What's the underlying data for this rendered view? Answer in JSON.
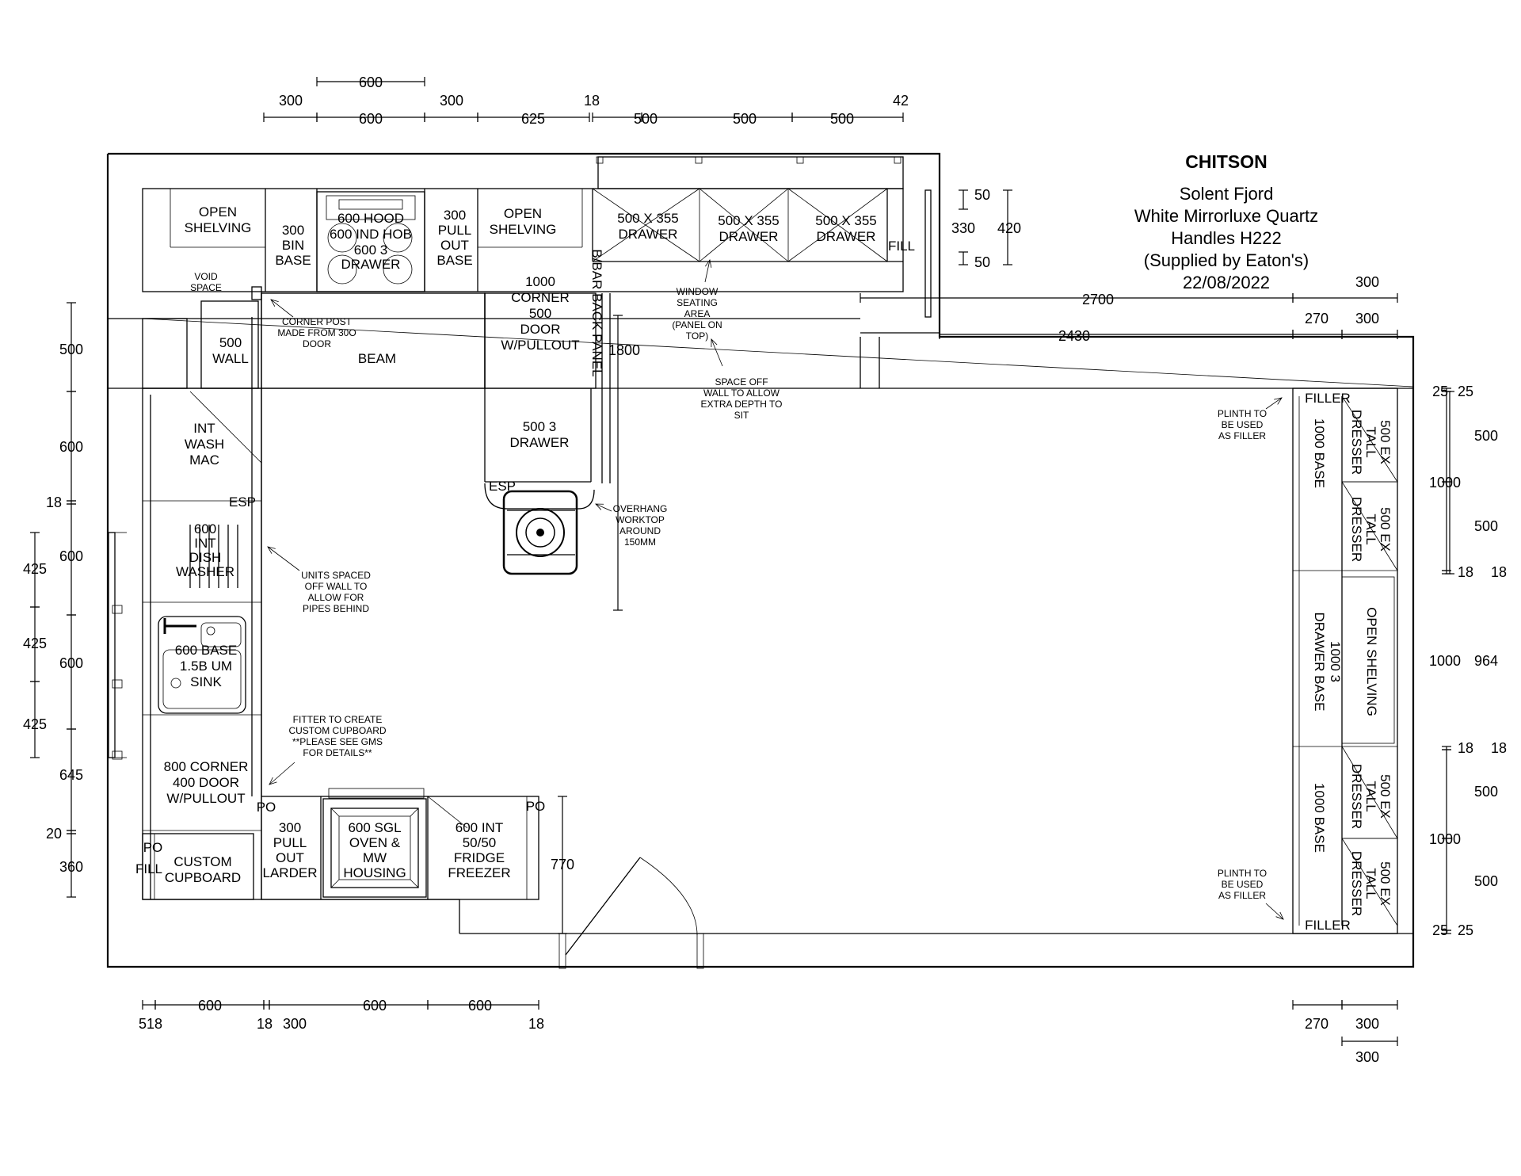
{
  "title_block": {
    "client": "CHITSON",
    "door": "Solent Fjord",
    "worktop": "White Mirrorluxe Quartz",
    "handles": "Handles H222",
    "supplier": "(Supplied by Eaton's)",
    "date": "22/08/2022"
  },
  "units": {
    "open_shelving_1": [
      "OPEN",
      "SHELVING"
    ],
    "bin_base": [
      "300",
      "BIN",
      "BASE"
    ],
    "hood": "600 HOOD",
    "hob": "600 IND HOB",
    "drawer_600_3": [
      "600 3",
      "DRAWER"
    ],
    "pullout_base": [
      "300",
      "PULL",
      "OUT",
      "BASE"
    ],
    "open_shelving_2": [
      "OPEN",
      "SHELVING"
    ],
    "drawer_500x355": [
      "500 X 355",
      "DRAWER"
    ],
    "fill": "FILL",
    "void_space": [
      "VOID",
      "SPACE"
    ],
    "corner_1000": [
      "1000",
      "CORNER",
      "500",
      "DOOR",
      "W/PULLOUT"
    ],
    "wall_500": [
      "500",
      "WALL"
    ],
    "beam": "BEAM",
    "bar_back_panel": "B/BAR BACK PANEL",
    "drawer_500_3": [
      "500 3",
      "DRAWER"
    ],
    "esp": "ESP",
    "int_wash_mac": [
      "INT",
      "WASH",
      "MAC"
    ],
    "dishwasher": [
      "600",
      "INT",
      "DISH",
      "WASHER"
    ],
    "sink_base": [
      "600 BASE",
      "1.5B UM",
      "SINK"
    ],
    "corner_800": [
      "800 CORNER",
      "400 DOOR",
      "W/PULLOUT"
    ],
    "po": "PO",
    "custom_cupboard": [
      "CUSTOM",
      "CUPBOARD"
    ],
    "larder": [
      "300",
      "PULL",
      "OUT",
      "LARDER"
    ],
    "oven_housing": [
      "600 SGL",
      "OVEN &",
      "MW",
      "HOUSING"
    ],
    "fridge_freezer": [
      "600 INT",
      "50/50",
      "FRIDGE",
      "FREEZER"
    ],
    "filler": "FILLER",
    "base_1000": [
      "1000 BASE"
    ],
    "drawer_base_1000_3": [
      "1000 3",
      "DRAWER BASE"
    ],
    "open_shelving_v": "OPEN SHELVING",
    "dresser": [
      "500 EX",
      "TALL",
      "DRESSER"
    ]
  },
  "notes": {
    "corner_post": [
      "CORNER POST",
      "MADE FROM 30O",
      "DOOR"
    ],
    "window_seating": [
      "WINDOW",
      "SEATING",
      "AREA",
      "(PANEL ON",
      "TOP)"
    ],
    "space_off_wall": [
      "SPACE OFF",
      "WALL TO ALLOW",
      "EXTRA DEPTH TO",
      "SIT"
    ],
    "overhang": [
      "OVERHANG",
      "WORKTOP",
      "AROUND",
      "150MM"
    ],
    "units_spaced": [
      "UNITS SPACED",
      "OFF WALL TO",
      "ALLOW FOR",
      "PIPES BEHIND"
    ],
    "fitter": [
      "FITTER TO CREATE",
      "CUSTOM CUPBOARD",
      "**PLEASE SEE GMS",
      "FOR DETAILS**"
    ],
    "plinth": [
      "PLINTH TO",
      "BE USED",
      "AS FILLER"
    ]
  },
  "dims": {
    "top_upper": [
      "300",
      "600",
      "300",
      "18",
      "42"
    ],
    "top_lower": [
      "600",
      "625",
      "500",
      "500",
      "500"
    ],
    "bar_length": "1800",
    "window_right": [
      "50",
      "330",
      "420",
      "50"
    ],
    "long_right": [
      "2700",
      "300",
      "2430",
      "270",
      "300"
    ],
    "left": [
      "500",
      "600",
      "18",
      "425",
      "600",
      "425",
      "600",
      "425",
      "645",
      "20",
      "360"
    ],
    "bottom_left": [
      "518",
      "600",
      "18",
      "300",
      "600",
      "600",
      "18"
    ],
    "bottom_right": [
      "270",
      "300",
      "300"
    ],
    "fridge_depth": "770",
    "right_a": [
      "25",
      "500",
      "500",
      "18",
      "18",
      "500",
      "500",
      "25"
    ],
    "right_b": [
      "1000",
      "1000",
      "1000"
    ],
    "right_c": [
      "25",
      "18",
      "964",
      "18",
      "25"
    ]
  }
}
